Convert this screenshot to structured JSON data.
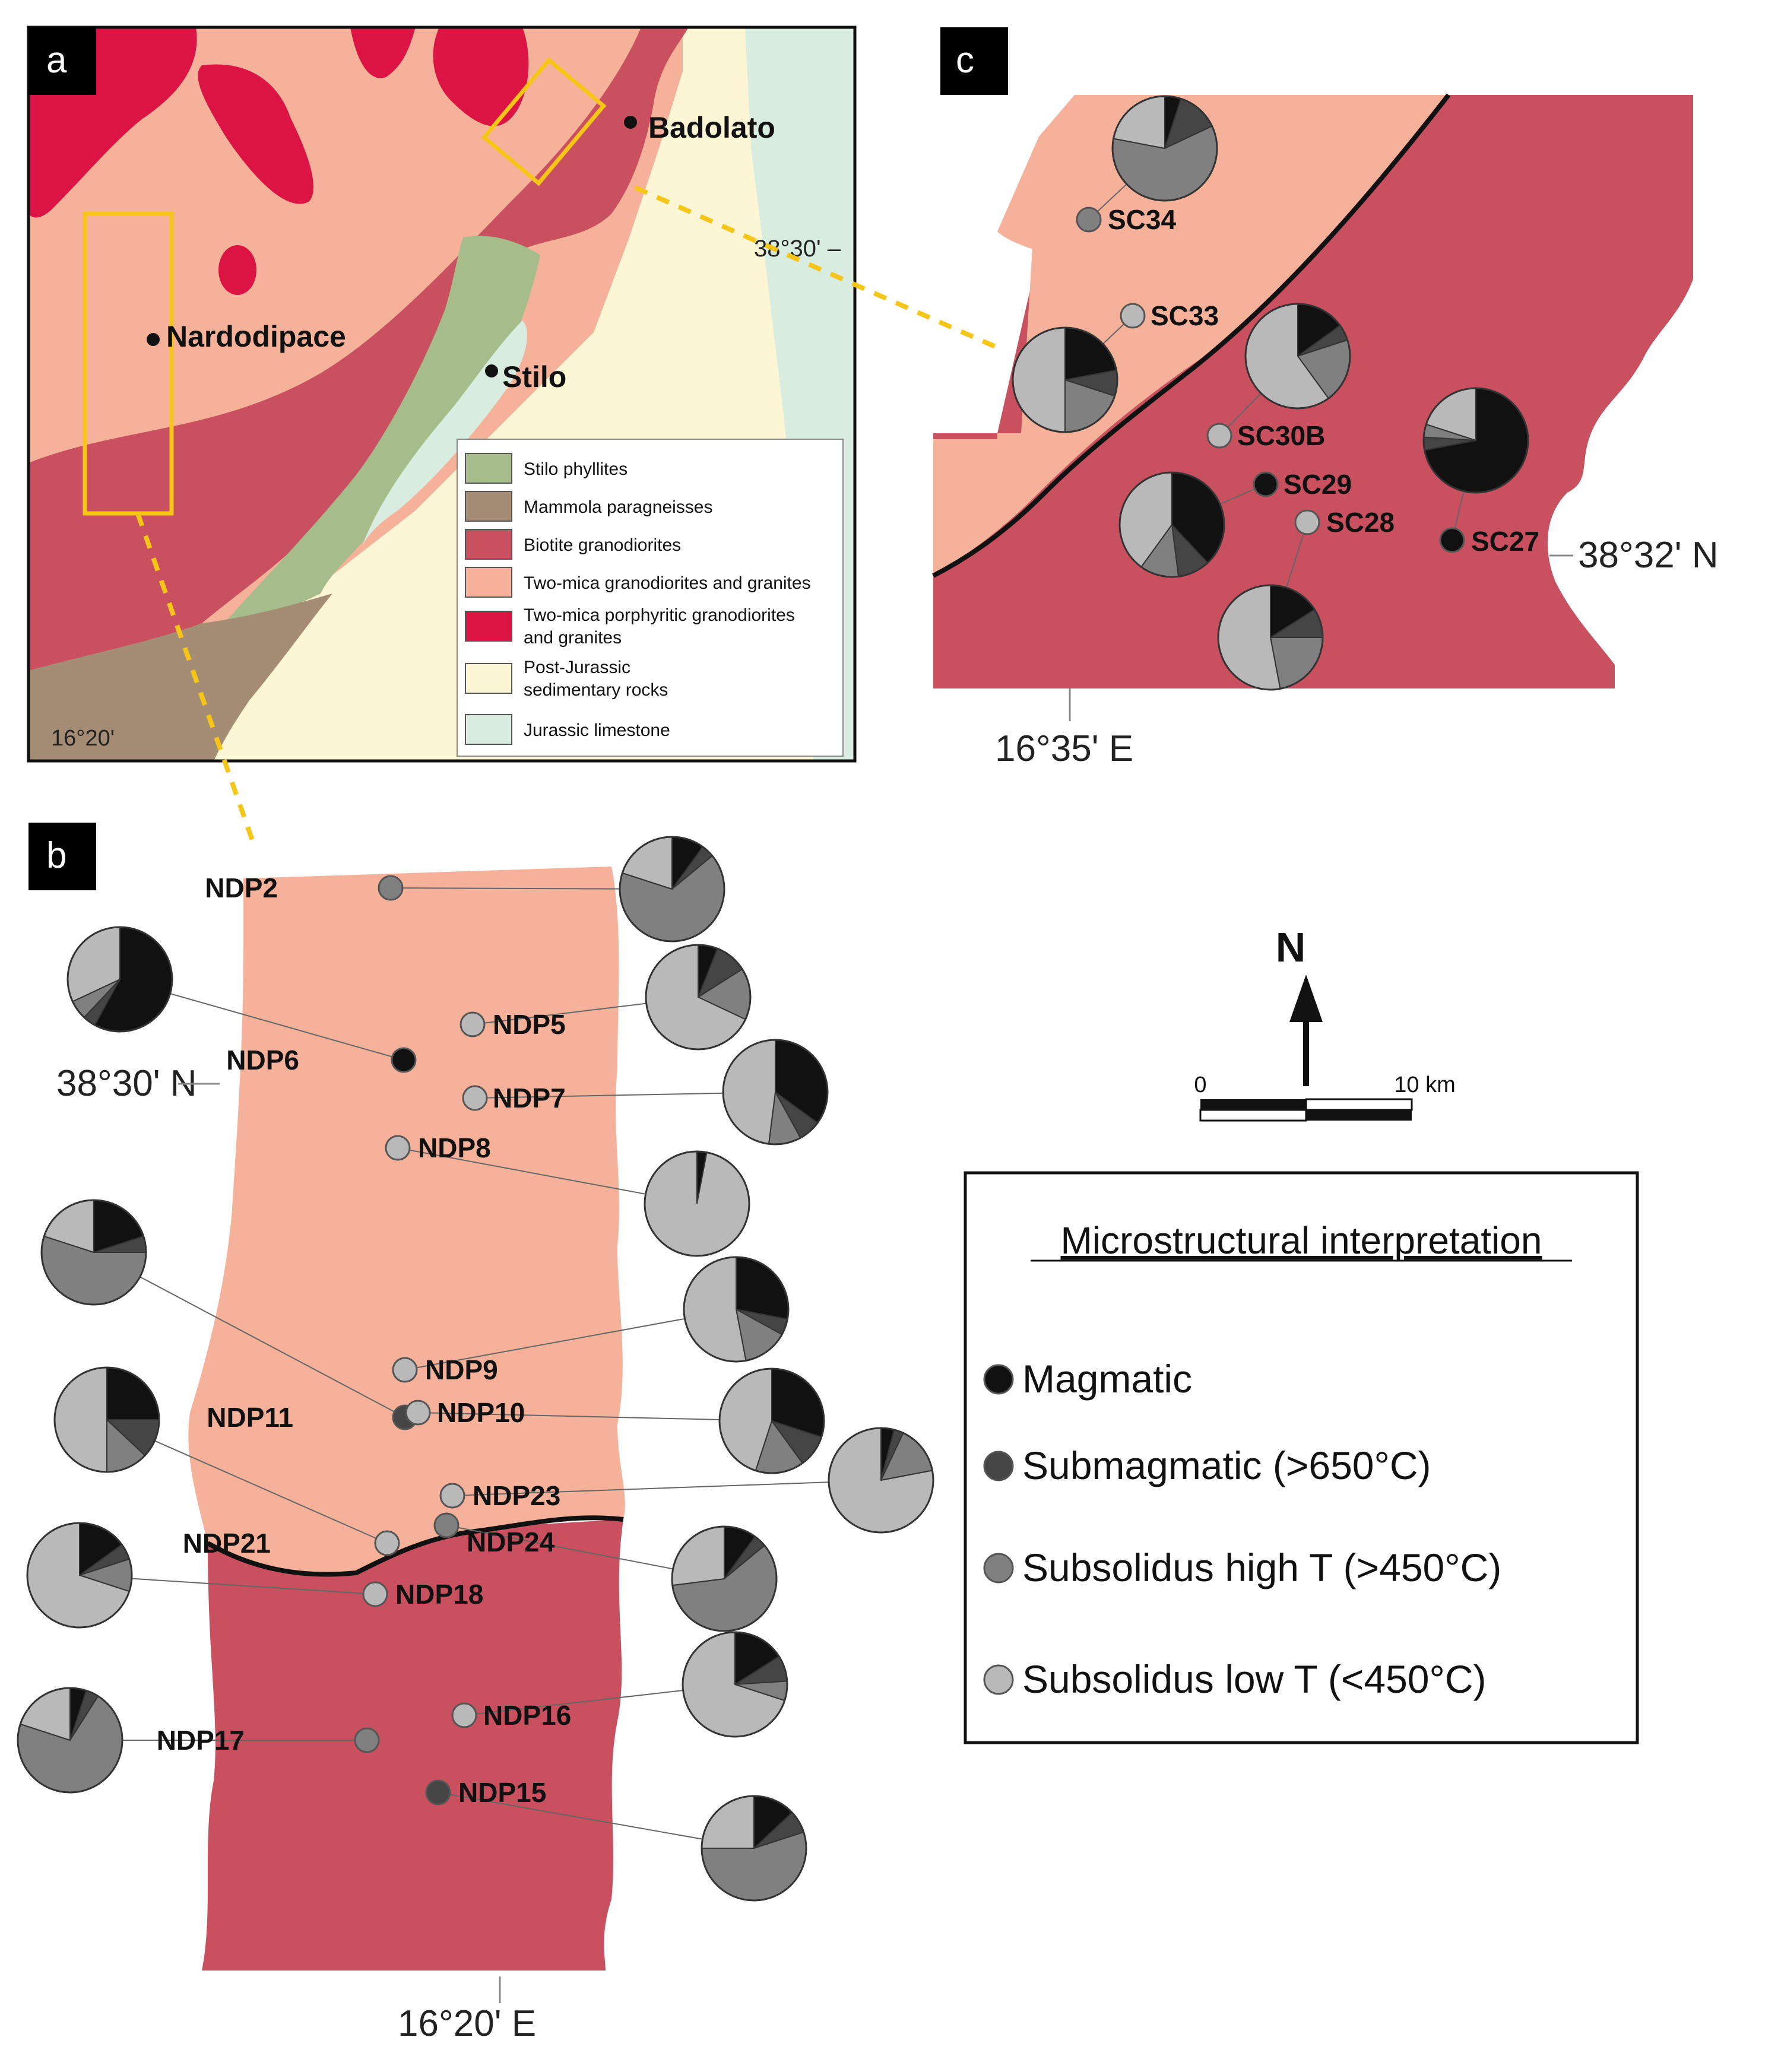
{
  "panels": {
    "a": "a",
    "b": "b",
    "c": "c"
  },
  "colors": {
    "stilo_phyllites": "#a7bc8b",
    "mammola_paragneisses": "#a48d74",
    "biotite_granodiorites": "#c8505f",
    "two_mica": "#f5b199",
    "two_mica_porphyritic": "#dc1443",
    "post_jurassic": "#fdf6d5",
    "jurassic_limestone": "#d8ede0",
    "magmatic": "#111111",
    "submagmatic": "#454545",
    "subsolidus_high": "#808080",
    "subsolidus_low": "#b9b9b9",
    "frame_yellow": "#f6c518"
  },
  "map_a": {
    "towns": {
      "badolato": "Badolato",
      "nardodipace": "Nardodipace",
      "stilo": "Stilo"
    },
    "coords": {
      "lat": "38°30' –",
      "lon": "16°20'"
    },
    "legend": [
      {
        "key": "stilo_phyllites",
        "label": "Stilo phyllites"
      },
      {
        "key": "mammola_paragneisses",
        "label": "Mammola paragneisses"
      },
      {
        "key": "biotite_granodiorites",
        "label": "Biotite granodiorites"
      },
      {
        "key": "two_mica",
        "label": "Two-mica granodiorites and granites"
      },
      {
        "key": "two_mica_porphyritic",
        "label": "Two-mica porphyritic granodiorites",
        "label2": "and granites"
      },
      {
        "key": "post_jurassic",
        "label": "Post-Jurassic",
        "label2": "sedimentary rocks"
      },
      {
        "key": "jurassic_limestone",
        "label": "Jurassic limestone"
      }
    ]
  },
  "map_b": {
    "lat_label": "38°30' N",
    "lon_label": "16°20' E",
    "sites": [
      {
        "name": "NDP2",
        "cls": "subsolidus_high",
        "pie": [
          0.1,
          0.04,
          0.66,
          0.2
        ]
      },
      {
        "name": "NDP6",
        "cls": "magmatic",
        "pie": [
          0.58,
          0.04,
          0.06,
          0.32
        ]
      },
      {
        "name": "NDP5",
        "cls": "subsolidus_low",
        "pie": [
          0.06,
          0.1,
          0.16,
          0.68
        ]
      },
      {
        "name": "NDP7",
        "cls": "subsolidus_low",
        "pie": [
          0.35,
          0.07,
          0.1,
          0.48
        ]
      },
      {
        "name": "NDP8",
        "cls": "subsolidus_low",
        "pie": [
          0.03,
          0.0,
          0.0,
          0.97
        ]
      },
      {
        "name": "NDP11",
        "cls": "submagmatic",
        "pie": [
          0.2,
          0.05,
          0.55,
          0.2
        ]
      },
      {
        "name": "NDP9",
        "cls": "subsolidus_low",
        "pie": [
          0.28,
          0.05,
          0.14,
          0.53
        ]
      },
      {
        "name": "NDP10",
        "cls": "subsolidus_low",
        "pie": [
          0.3,
          0.1,
          0.15,
          0.45
        ]
      },
      {
        "name": "NDP21",
        "cls": "subsolidus_low",
        "pie": [
          0.25,
          0.12,
          0.13,
          0.5
        ]
      },
      {
        "name": "NDP23",
        "cls": "subsolidus_low",
        "pie": [
          0.04,
          0.03,
          0.15,
          0.78
        ]
      },
      {
        "name": "NDP24",
        "cls": "subsolidus_high",
        "pie": [
          0.1,
          0.04,
          0.59,
          0.27
        ]
      },
      {
        "name": "NDP18",
        "cls": "subsolidus_low",
        "pie": [
          0.15,
          0.05,
          0.1,
          0.7
        ]
      },
      {
        "name": "NDP16",
        "cls": "subsolidus_low",
        "pie": [
          0.16,
          0.08,
          0.06,
          0.7
        ]
      },
      {
        "name": "NDP17",
        "cls": "subsolidus_high",
        "pie": [
          0.05,
          0.04,
          0.71,
          0.2
        ]
      },
      {
        "name": "NDP15",
        "cls": "submagmatic",
        "pie": [
          0.13,
          0.07,
          0.55,
          0.25
        ]
      }
    ]
  },
  "map_c": {
    "lat_label": "38°32' N",
    "lon_label": "16°35' E",
    "sites": [
      {
        "name": "SC34",
        "cls": "subsolidus_high",
        "pie": [
          0.05,
          0.13,
          0.6,
          0.22
        ]
      },
      {
        "name": "SC33",
        "cls": "subsolidus_low",
        "pie": [
          0.22,
          0.08,
          0.2,
          0.5
        ]
      },
      {
        "name": "SC30B",
        "cls": "subsolidus_low",
        "pie": [
          0.15,
          0.05,
          0.2,
          0.6
        ]
      },
      {
        "name": "SC29",
        "cls": "magmatic",
        "pie": [
          0.38,
          0.1,
          0.12,
          0.4
        ]
      },
      {
        "name": "SC28",
        "cls": "subsolidus_low",
        "pie": [
          0.16,
          0.09,
          0.22,
          0.53
        ]
      },
      {
        "name": "SC27",
        "cls": "magmatic",
        "pie": [
          0.72,
          0.04,
          0.04,
          0.2
        ]
      }
    ]
  },
  "north": {
    "label": "N"
  },
  "scale": {
    "zero": "0",
    "max": "10 km"
  },
  "legend_micro": {
    "title": "Microstructural interpretation",
    "items": [
      {
        "key": "magmatic",
        "label": "Magmatic"
      },
      {
        "key": "submagmatic",
        "label": "Submagmatic (>650°C)"
      },
      {
        "key": "subsolidus_high",
        "label": "Subsolidus high T (>450°C)"
      },
      {
        "key": "subsolidus_low",
        "label": "Subsolidus low T (<450°C)"
      }
    ]
  }
}
